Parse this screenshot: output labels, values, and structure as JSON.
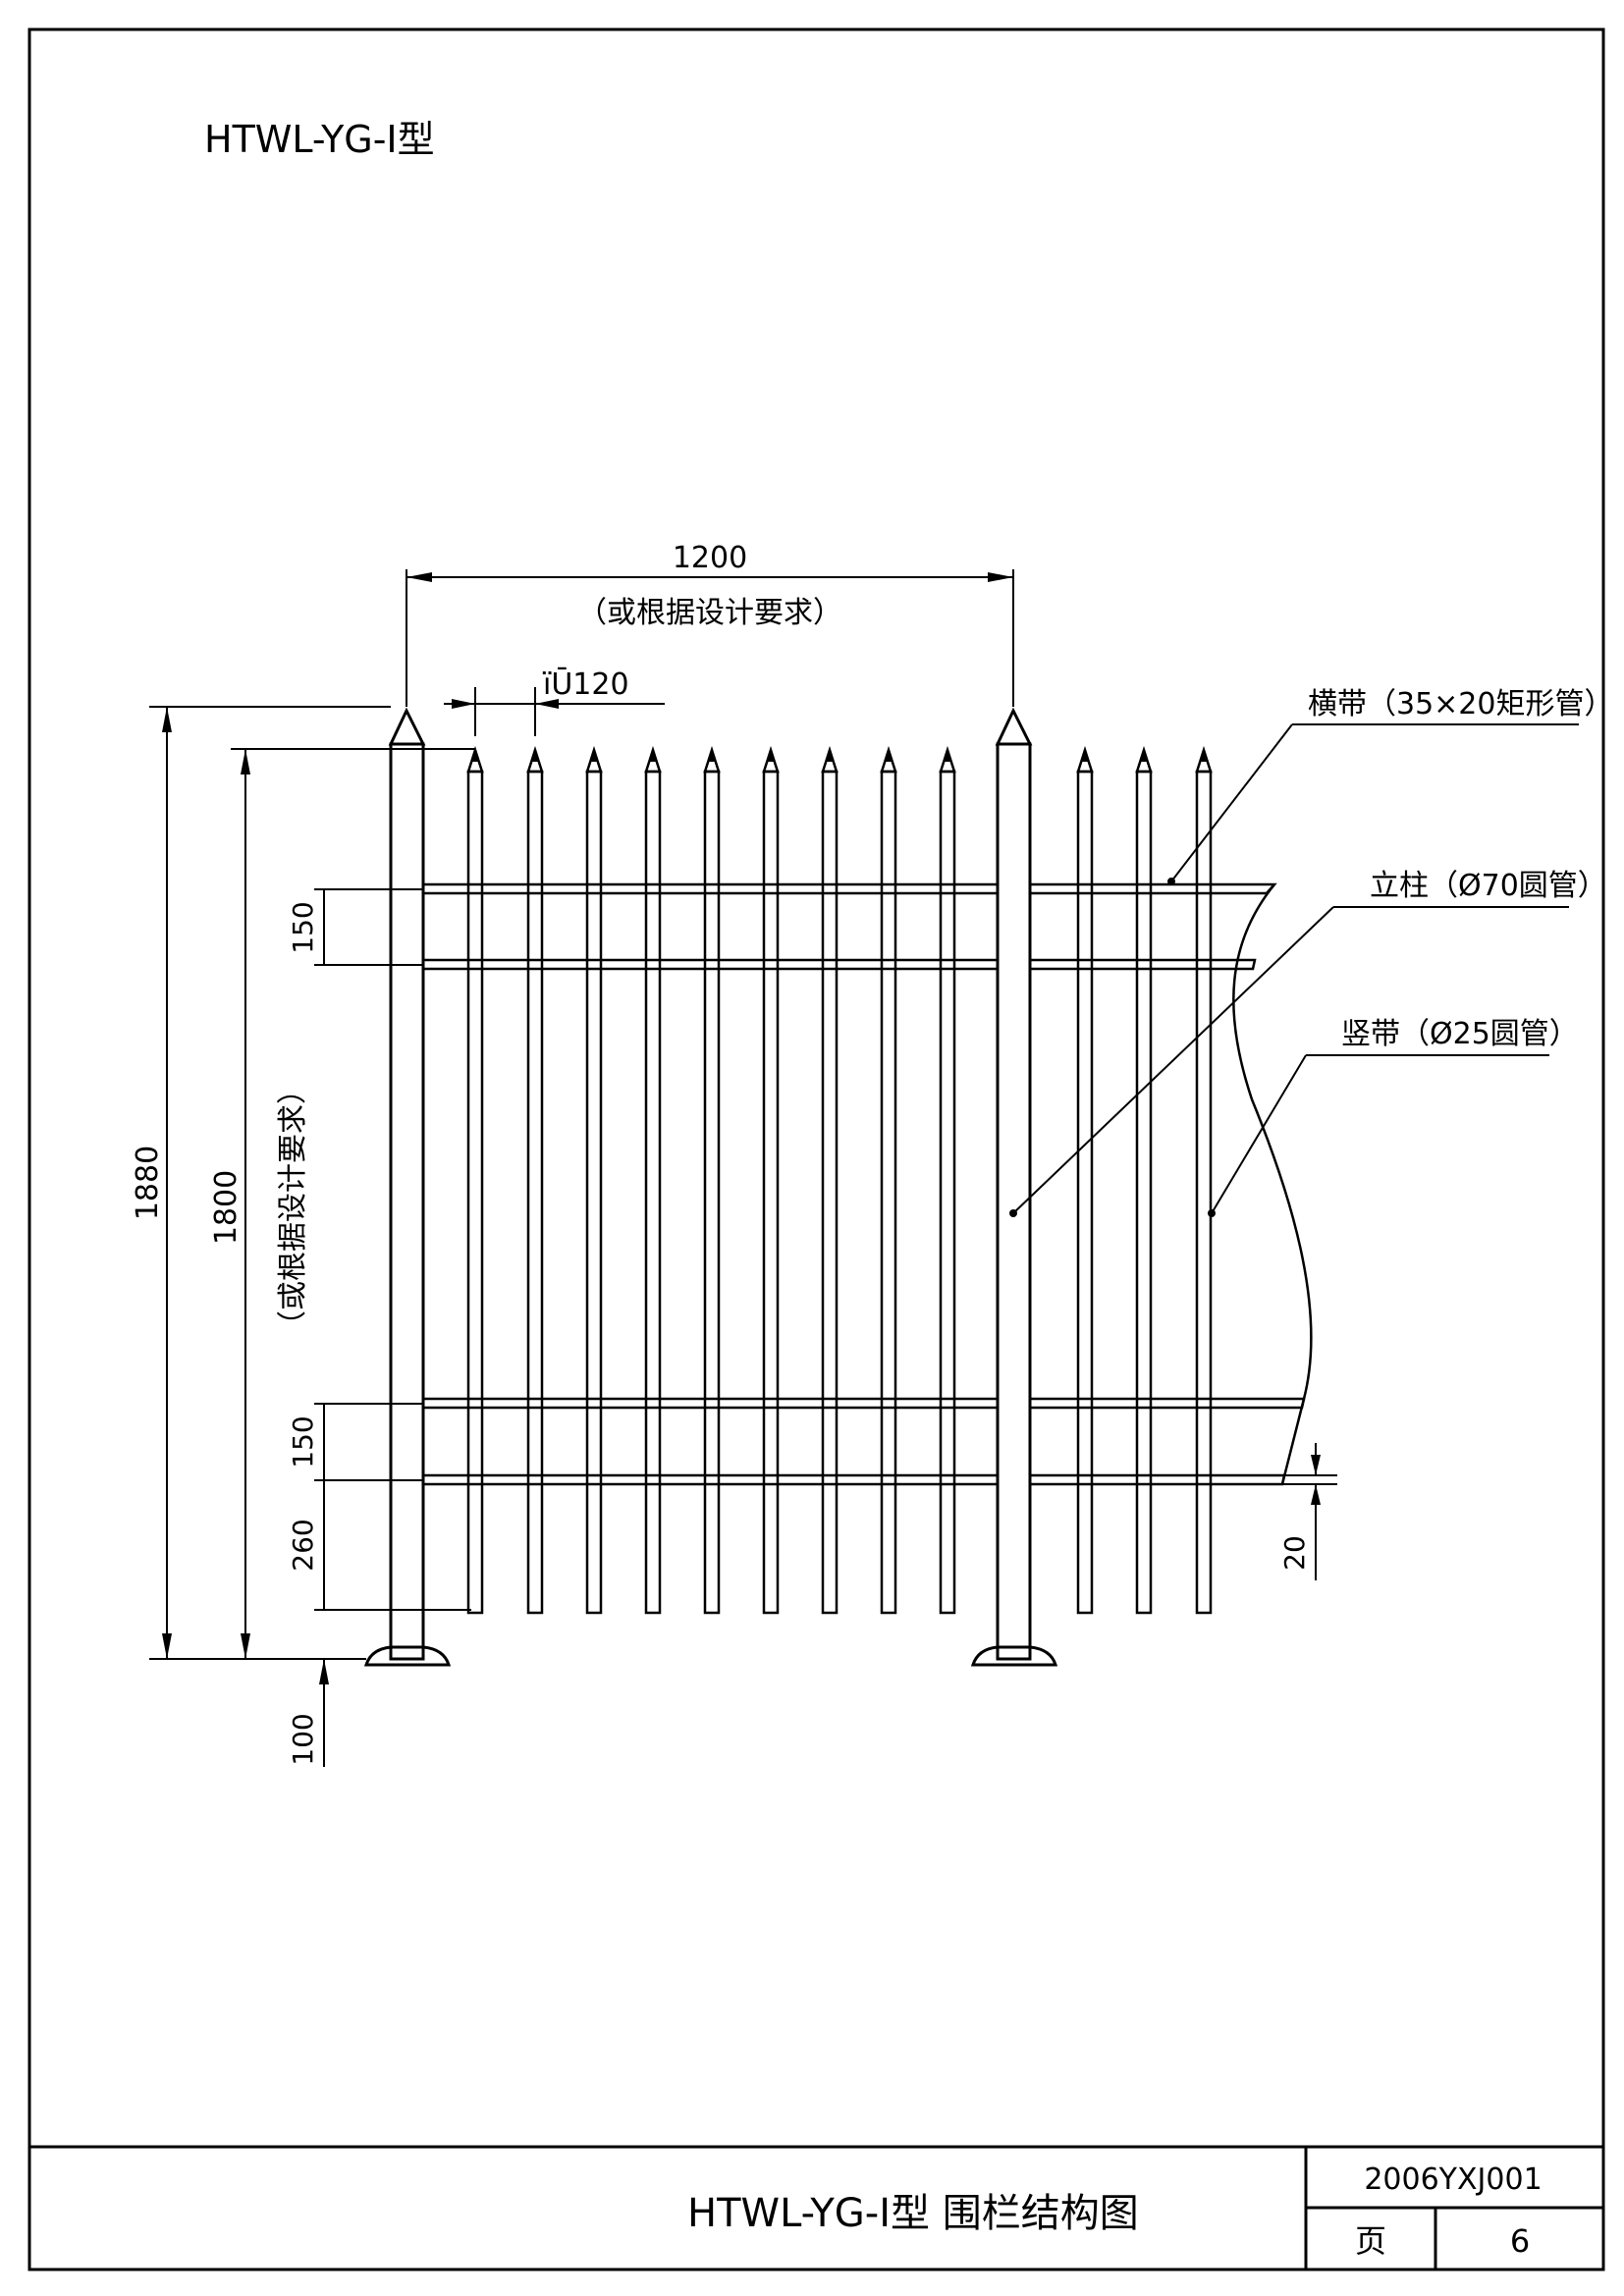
{
  "sheet": {
    "type_label": "HTWL-YG-Ⅰ型",
    "title_block": {
      "title": "HTWL-YG-Ⅰ型 围栏结构图",
      "code": "2006YXJ001",
      "page_label": "页",
      "page_number": "6"
    }
  },
  "dimensions": {
    "post_spacing": "1200",
    "post_spacing_note": "（或根据设计要求）",
    "picket_spacing": "ïŪ120",
    "overall_height": "1880",
    "fence_height": "1800",
    "fence_height_note": "（或根据设计要求）",
    "top_rail_gap": "150",
    "bottom_rail_gap": "150",
    "bottom_clearance": "260",
    "base_height": "100",
    "rail_thickness": "20"
  },
  "callouts": {
    "rail": "横带（35×20矩形管）",
    "post": "立柱（Ø70圆管）",
    "picket": "竖带（Ø25圆管）"
  }
}
